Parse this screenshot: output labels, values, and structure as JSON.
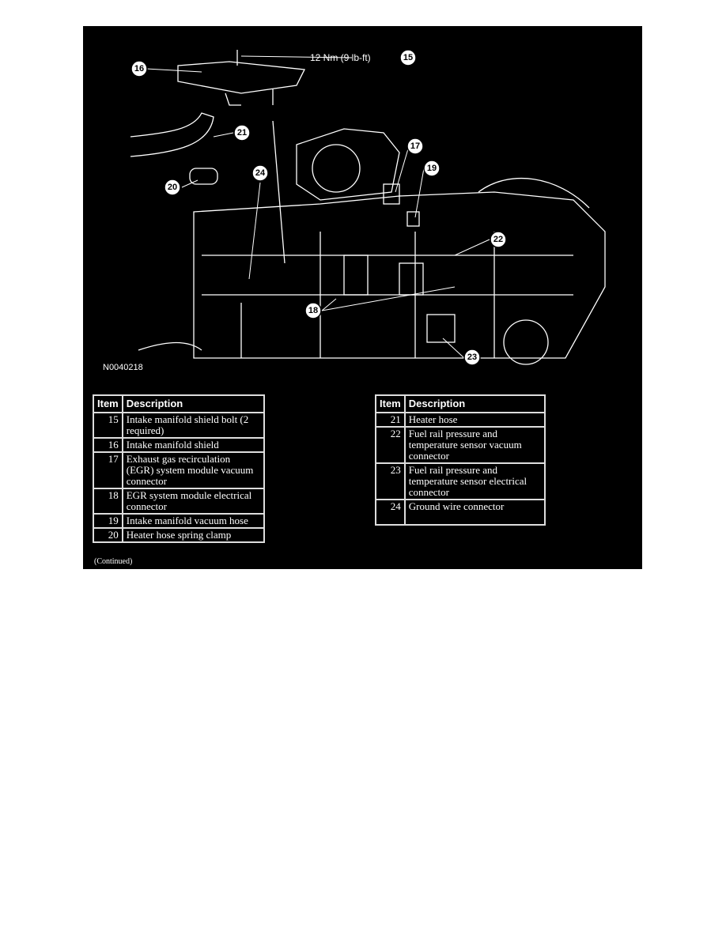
{
  "diagram": {
    "torque_label": "12 Nm (9 lb-ft)",
    "figure_id": "N0040218",
    "callouts": [
      "15",
      "16",
      "17",
      "18",
      "19",
      "20",
      "21",
      "22",
      "23",
      "24"
    ]
  },
  "table_left": {
    "headers": [
      "Item",
      "Description"
    ],
    "rows": [
      {
        "item": "15",
        "desc": "Intake manifold shield bolt (2 required)"
      },
      {
        "item": "16",
        "desc": "Intake manifold shield"
      },
      {
        "item": "17",
        "desc": "Exhaust gas recirculation (EGR) system module vacuum connector"
      },
      {
        "item": "18",
        "desc": "EGR system module electrical connector"
      },
      {
        "item": "19",
        "desc": "Intake manifold vacuum hose"
      },
      {
        "item": "20",
        "desc": "Heater hose spring clamp"
      }
    ]
  },
  "table_right": {
    "headers": [
      "Item",
      "Description"
    ],
    "rows": [
      {
        "item": "21",
        "desc": "Heater hose"
      },
      {
        "item": "22",
        "desc": "Fuel rail pressure and temperature sensor vacuum connector"
      },
      {
        "item": "23",
        "desc": "Fuel rail pressure and temperature sensor electrical connector"
      },
      {
        "item": "24",
        "desc": "Ground wire connector"
      }
    ]
  },
  "continued": "(Continued)"
}
